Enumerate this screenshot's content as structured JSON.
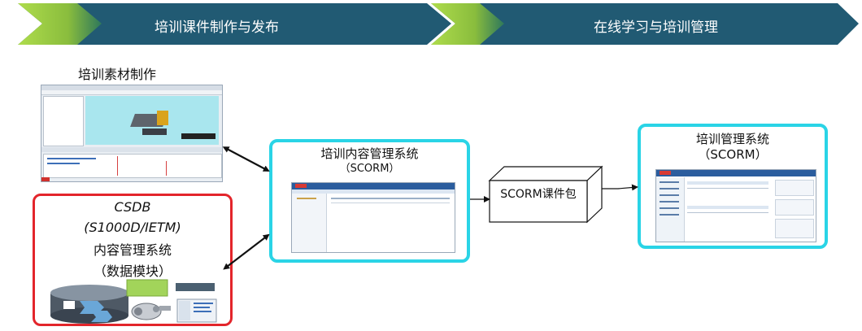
{
  "banner": {
    "stage1": "培训课件制作与发布",
    "stage2": "在线学习与培训管理",
    "colors": {
      "fill": "#215a73",
      "accent": "#a7d82e"
    }
  },
  "material": {
    "title": "培训素材制作"
  },
  "csdb": {
    "line1": "CSDB",
    "line2": "(S1000D/IETM)",
    "line3": "内容管理系统",
    "line4": "（数据模块）"
  },
  "lcms": {
    "title": "培训内容管理系统",
    "subtitle": "（SCORM）"
  },
  "package": {
    "label": "SCORM课件包"
  },
  "lms": {
    "title": "培训管理系统",
    "subtitle": "（SCORM）"
  },
  "colors": {
    "cyan_border": "#2ad4e6",
    "red_border": "#e3252b",
    "arrow": "#111111"
  }
}
